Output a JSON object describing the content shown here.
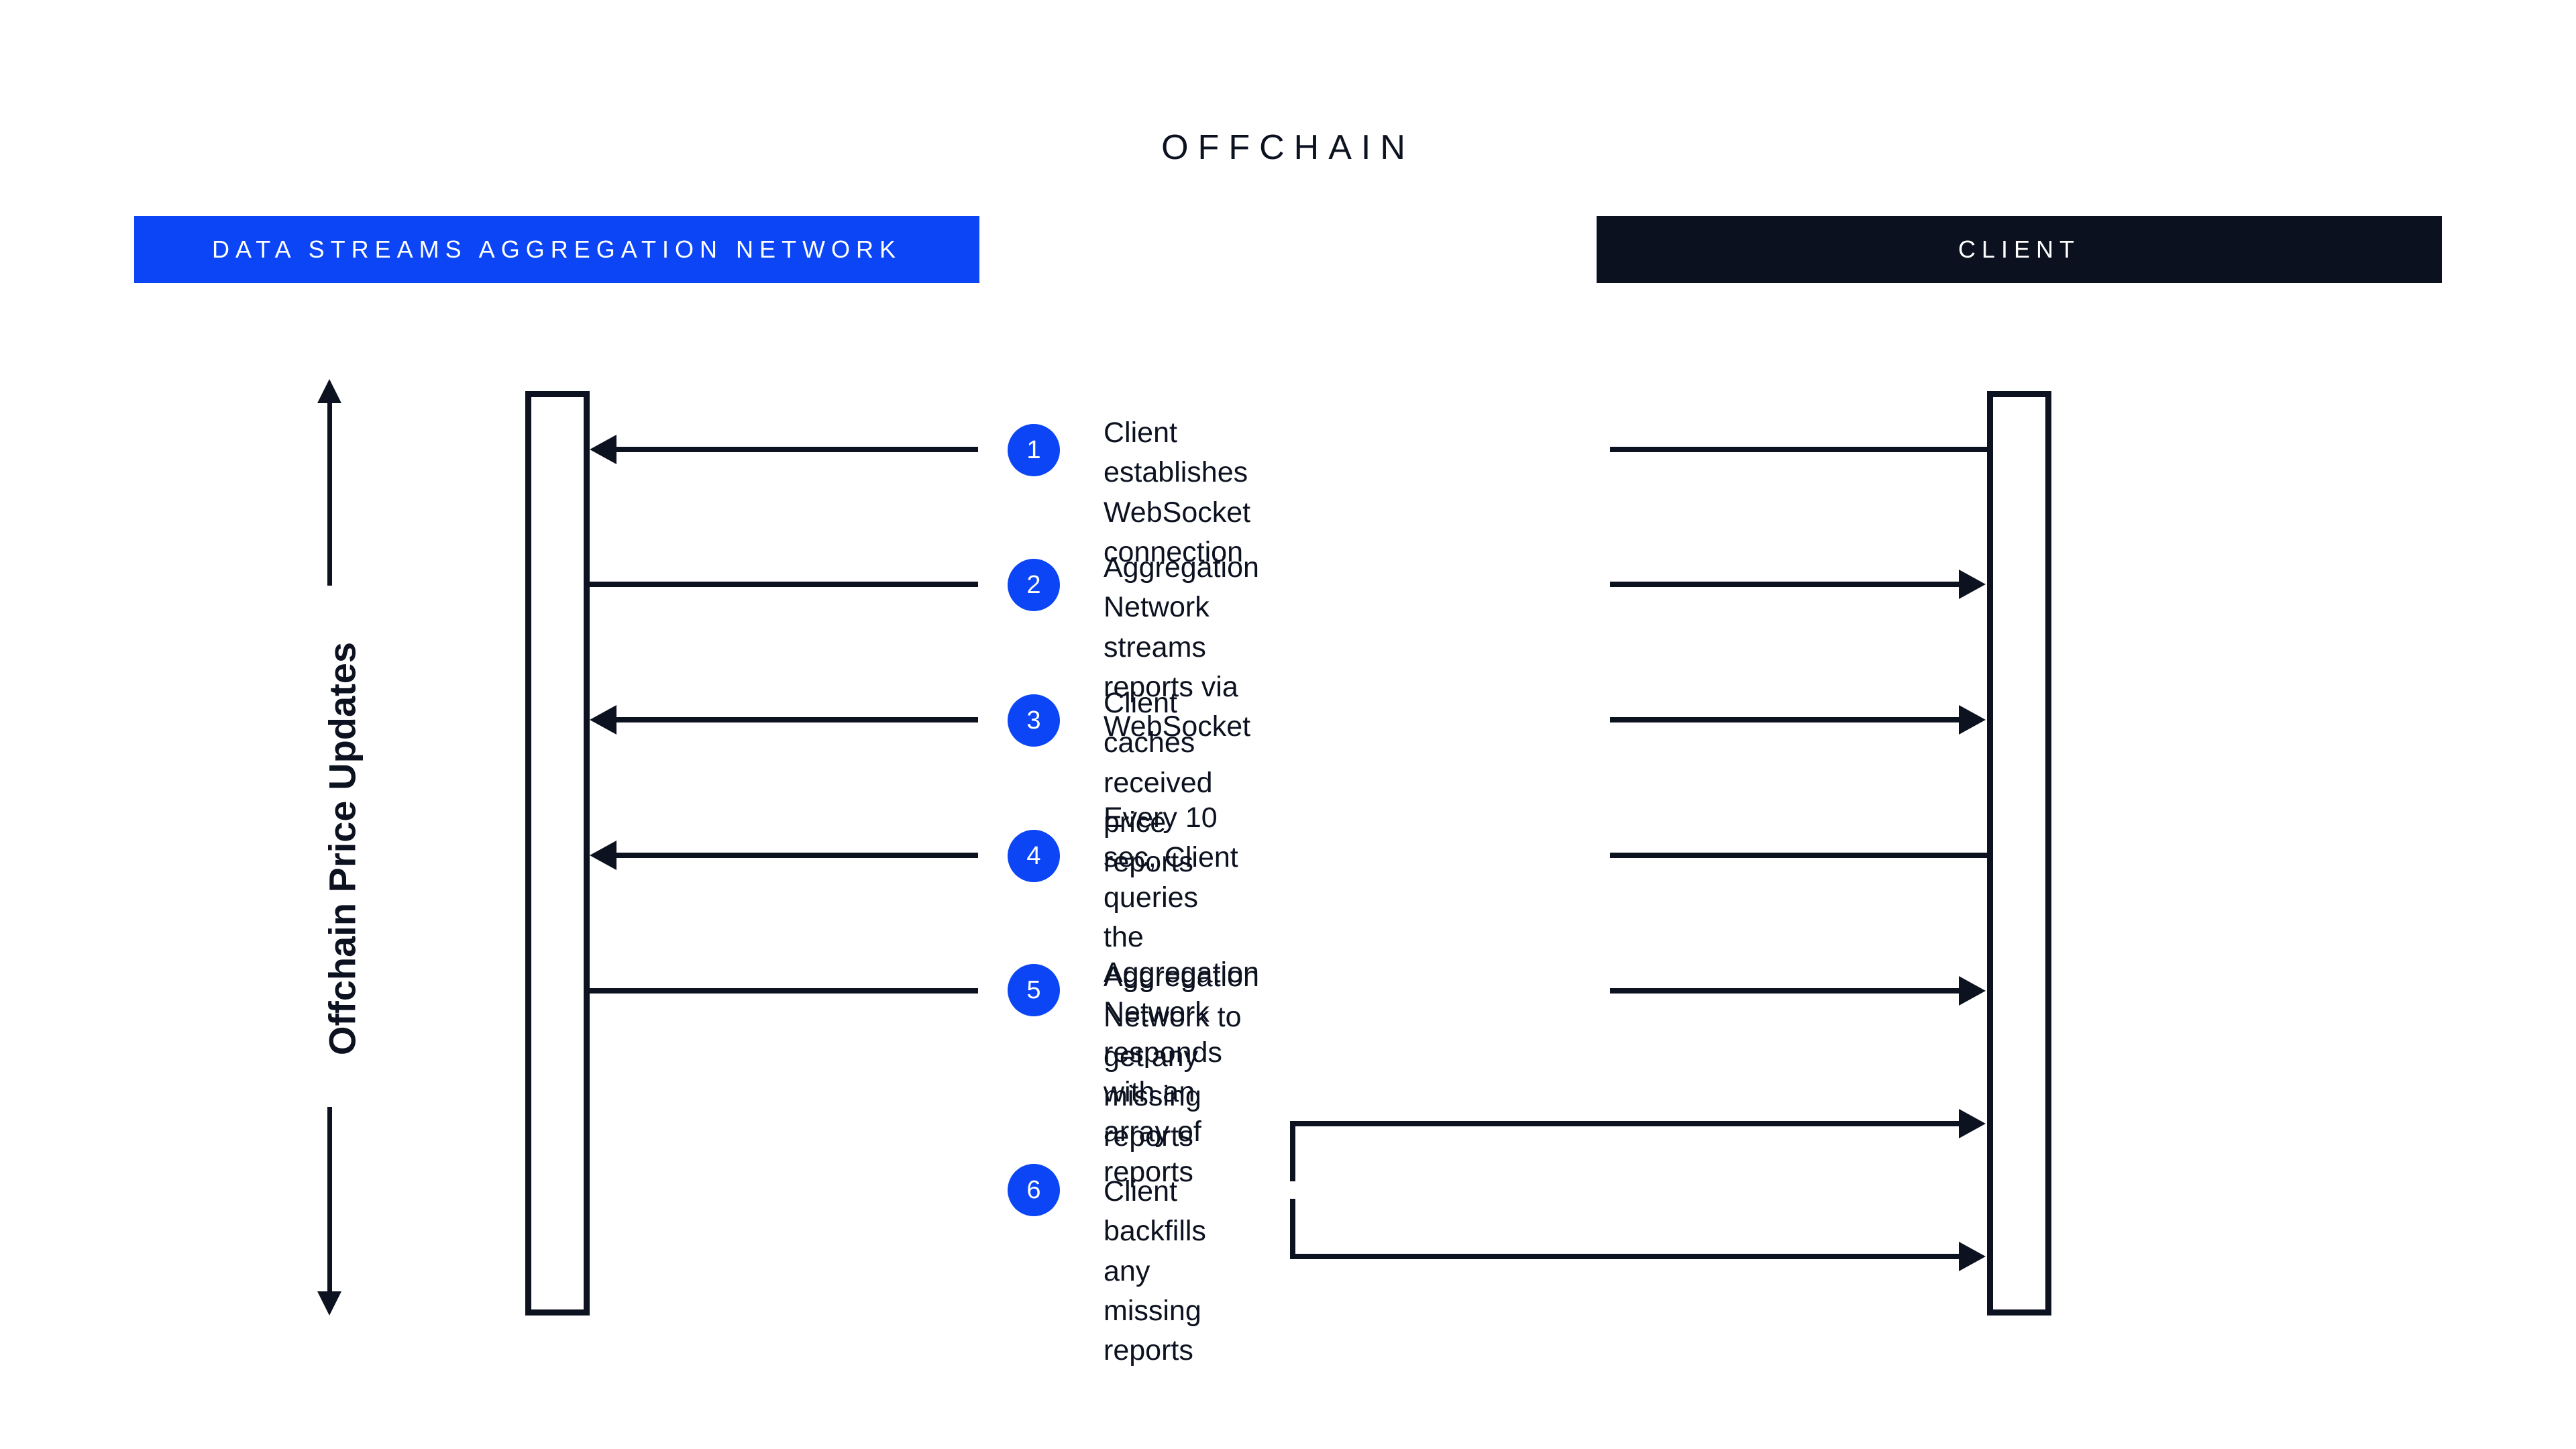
{
  "diagram": {
    "title": "OFFCHAIN",
    "axis_label": "Offchain Price Updates",
    "colors": {
      "accent_blue": "#0b45f5",
      "dark": "#0c1120",
      "background": "#ffffff"
    },
    "lanes": [
      {
        "id": "network",
        "label": "DATA STREAMS AGGREGATION NETWORK",
        "bar_color": "#0b45f5"
      },
      {
        "id": "client",
        "label": "CLIENT",
        "bar_color": "#0c1120"
      }
    ],
    "steps": [
      {
        "number": "1",
        "text": "Client establishes\nWebSocket connection"
      },
      {
        "number": "2",
        "text": "Aggregation Network streams\nreports via WebSocket"
      },
      {
        "number": "3",
        "text": "Client caches received\nprice reports"
      },
      {
        "number": "4",
        "text": "Every 10 sec, Client queries\nthe Aggregation Network to\nget any missing reports"
      },
      {
        "number": "5",
        "text": "Aggregation Network responds\nwith an array of reports"
      },
      {
        "number": "6",
        "text": "Client backfills any missing reports"
      }
    ]
  }
}
